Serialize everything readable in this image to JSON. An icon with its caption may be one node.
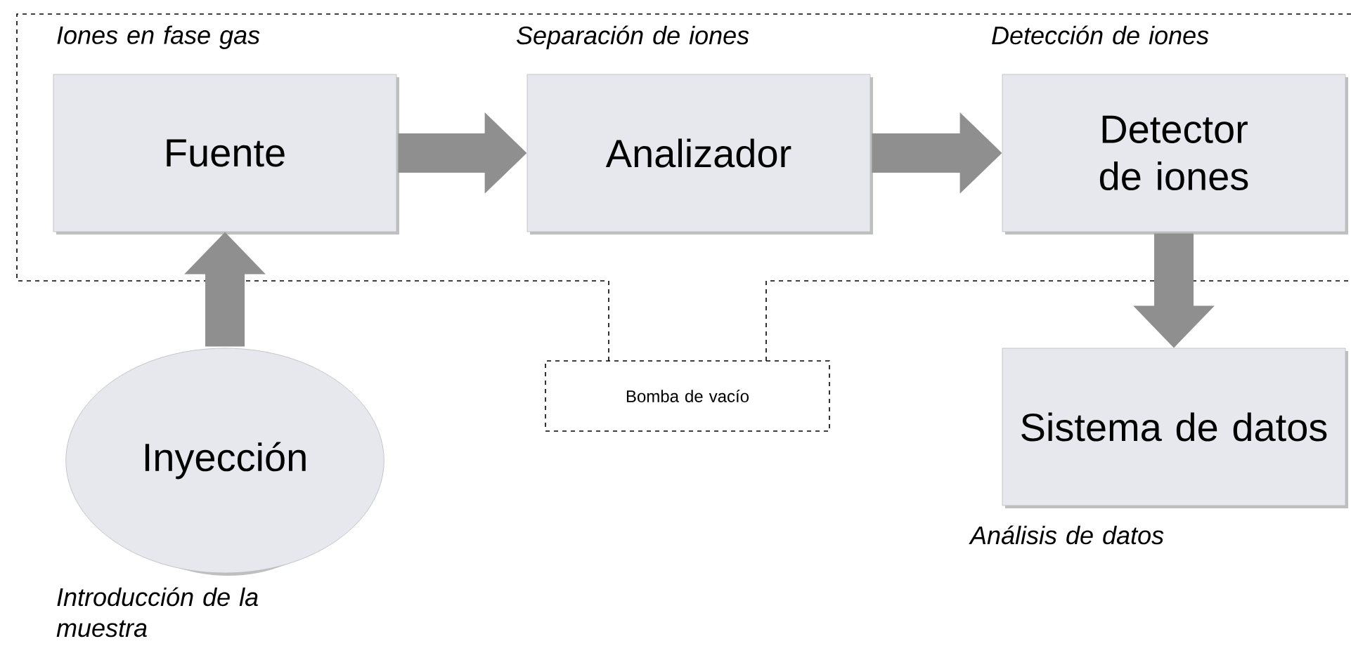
{
  "diagram": {
    "nodes": [
      {
        "text": [
          "Fuente"
        ],
        "beside": [
          "Iones en fase gas"
        ]
      },
      {
        "text": [
          "Analizador"
        ],
        "beside": [
          "Separación de iones"
        ]
      },
      {
        "text": [
          "Detector de iones"
        ],
        "beside": [
          "Detección de iones"
        ]
      },
      {
        "text": [
          "Inyección"
        ],
        "beside": [
          "Introducción de la muestra"
        ]
      },
      {
        "text": [
          "Sistema de datos"
        ],
        "beside": [
          "Análisis de datos"
        ]
      },
      {
        "text": [
          "Bomba de vacío"
        ]
      }
    ],
    "edges": [
      {
        "from": 0,
        "to": 1,
        "arrow": "to"
      },
      {
        "from": 1,
        "to": 2,
        "arrow": "to"
      },
      {
        "from": 3,
        "to": 0,
        "arrow": "to"
      },
      {
        "from": 2,
        "to": 4,
        "arrow": "to"
      }
    ]
  }
}
